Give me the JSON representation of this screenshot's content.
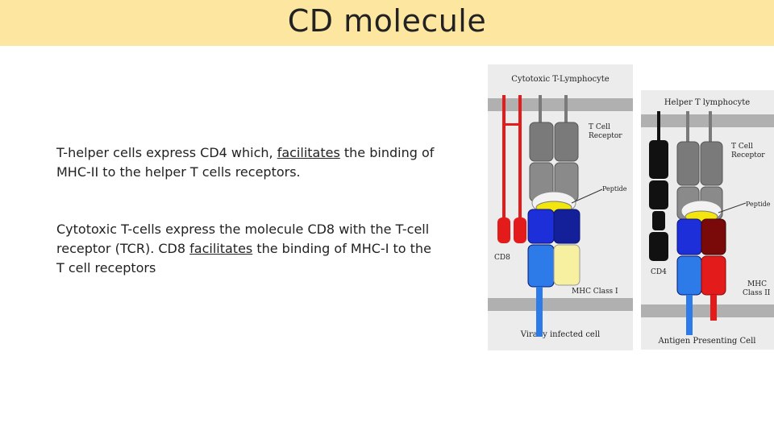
{
  "slide": {
    "title": "CD molecule",
    "paragraph1": {
      "before": "T-helper cells express CD4 which, ",
      "underlined": "facilitates",
      "after": " the binding of MHC-II  to the helper T cells receptors."
    },
    "paragraph2": {
      "before": "Cytotoxic T-cells express the molecule CD8 with the T-cell receptor (TCR). CD8 ",
      "underlined": "facilitates",
      "after": " the binding of MHC-I to the T cell receptors"
    }
  },
  "diagram_left": {
    "cell_top": "Cytotoxic T-Lymphocyte",
    "receptor_line1": "T Cell",
    "receptor_line2": "Receptor",
    "peptide": "Peptide",
    "coreceptor": "CD8",
    "mhc": "MHC Class I",
    "cell_bottom": "Virally infected cell"
  },
  "diagram_right": {
    "cell_top": "Helper T lymphocyte",
    "receptor_line1": "T Cell",
    "receptor_line2": "Receptor",
    "peptide": "Peptide",
    "coreceptor": "CD4",
    "mhc_line1": "MHC",
    "mhc_line2": "Class II",
    "cell_bottom": "Antigen Presenting Cell"
  },
  "colors": {
    "title_bar": "#fce6a0",
    "membrane": "#b0b0b0",
    "tcr": "#7a7a7a",
    "peptide": "#f2e60e",
    "cd8": "#e31b1b",
    "cd4": "#111111",
    "mhc_i_alpha": "#1d2fd9",
    "mhc_i_beta2m": "#f7f0a0",
    "mhc_ii_alpha": "#2d6fe0",
    "mhc_ii_beta": "#e31b1b"
  }
}
